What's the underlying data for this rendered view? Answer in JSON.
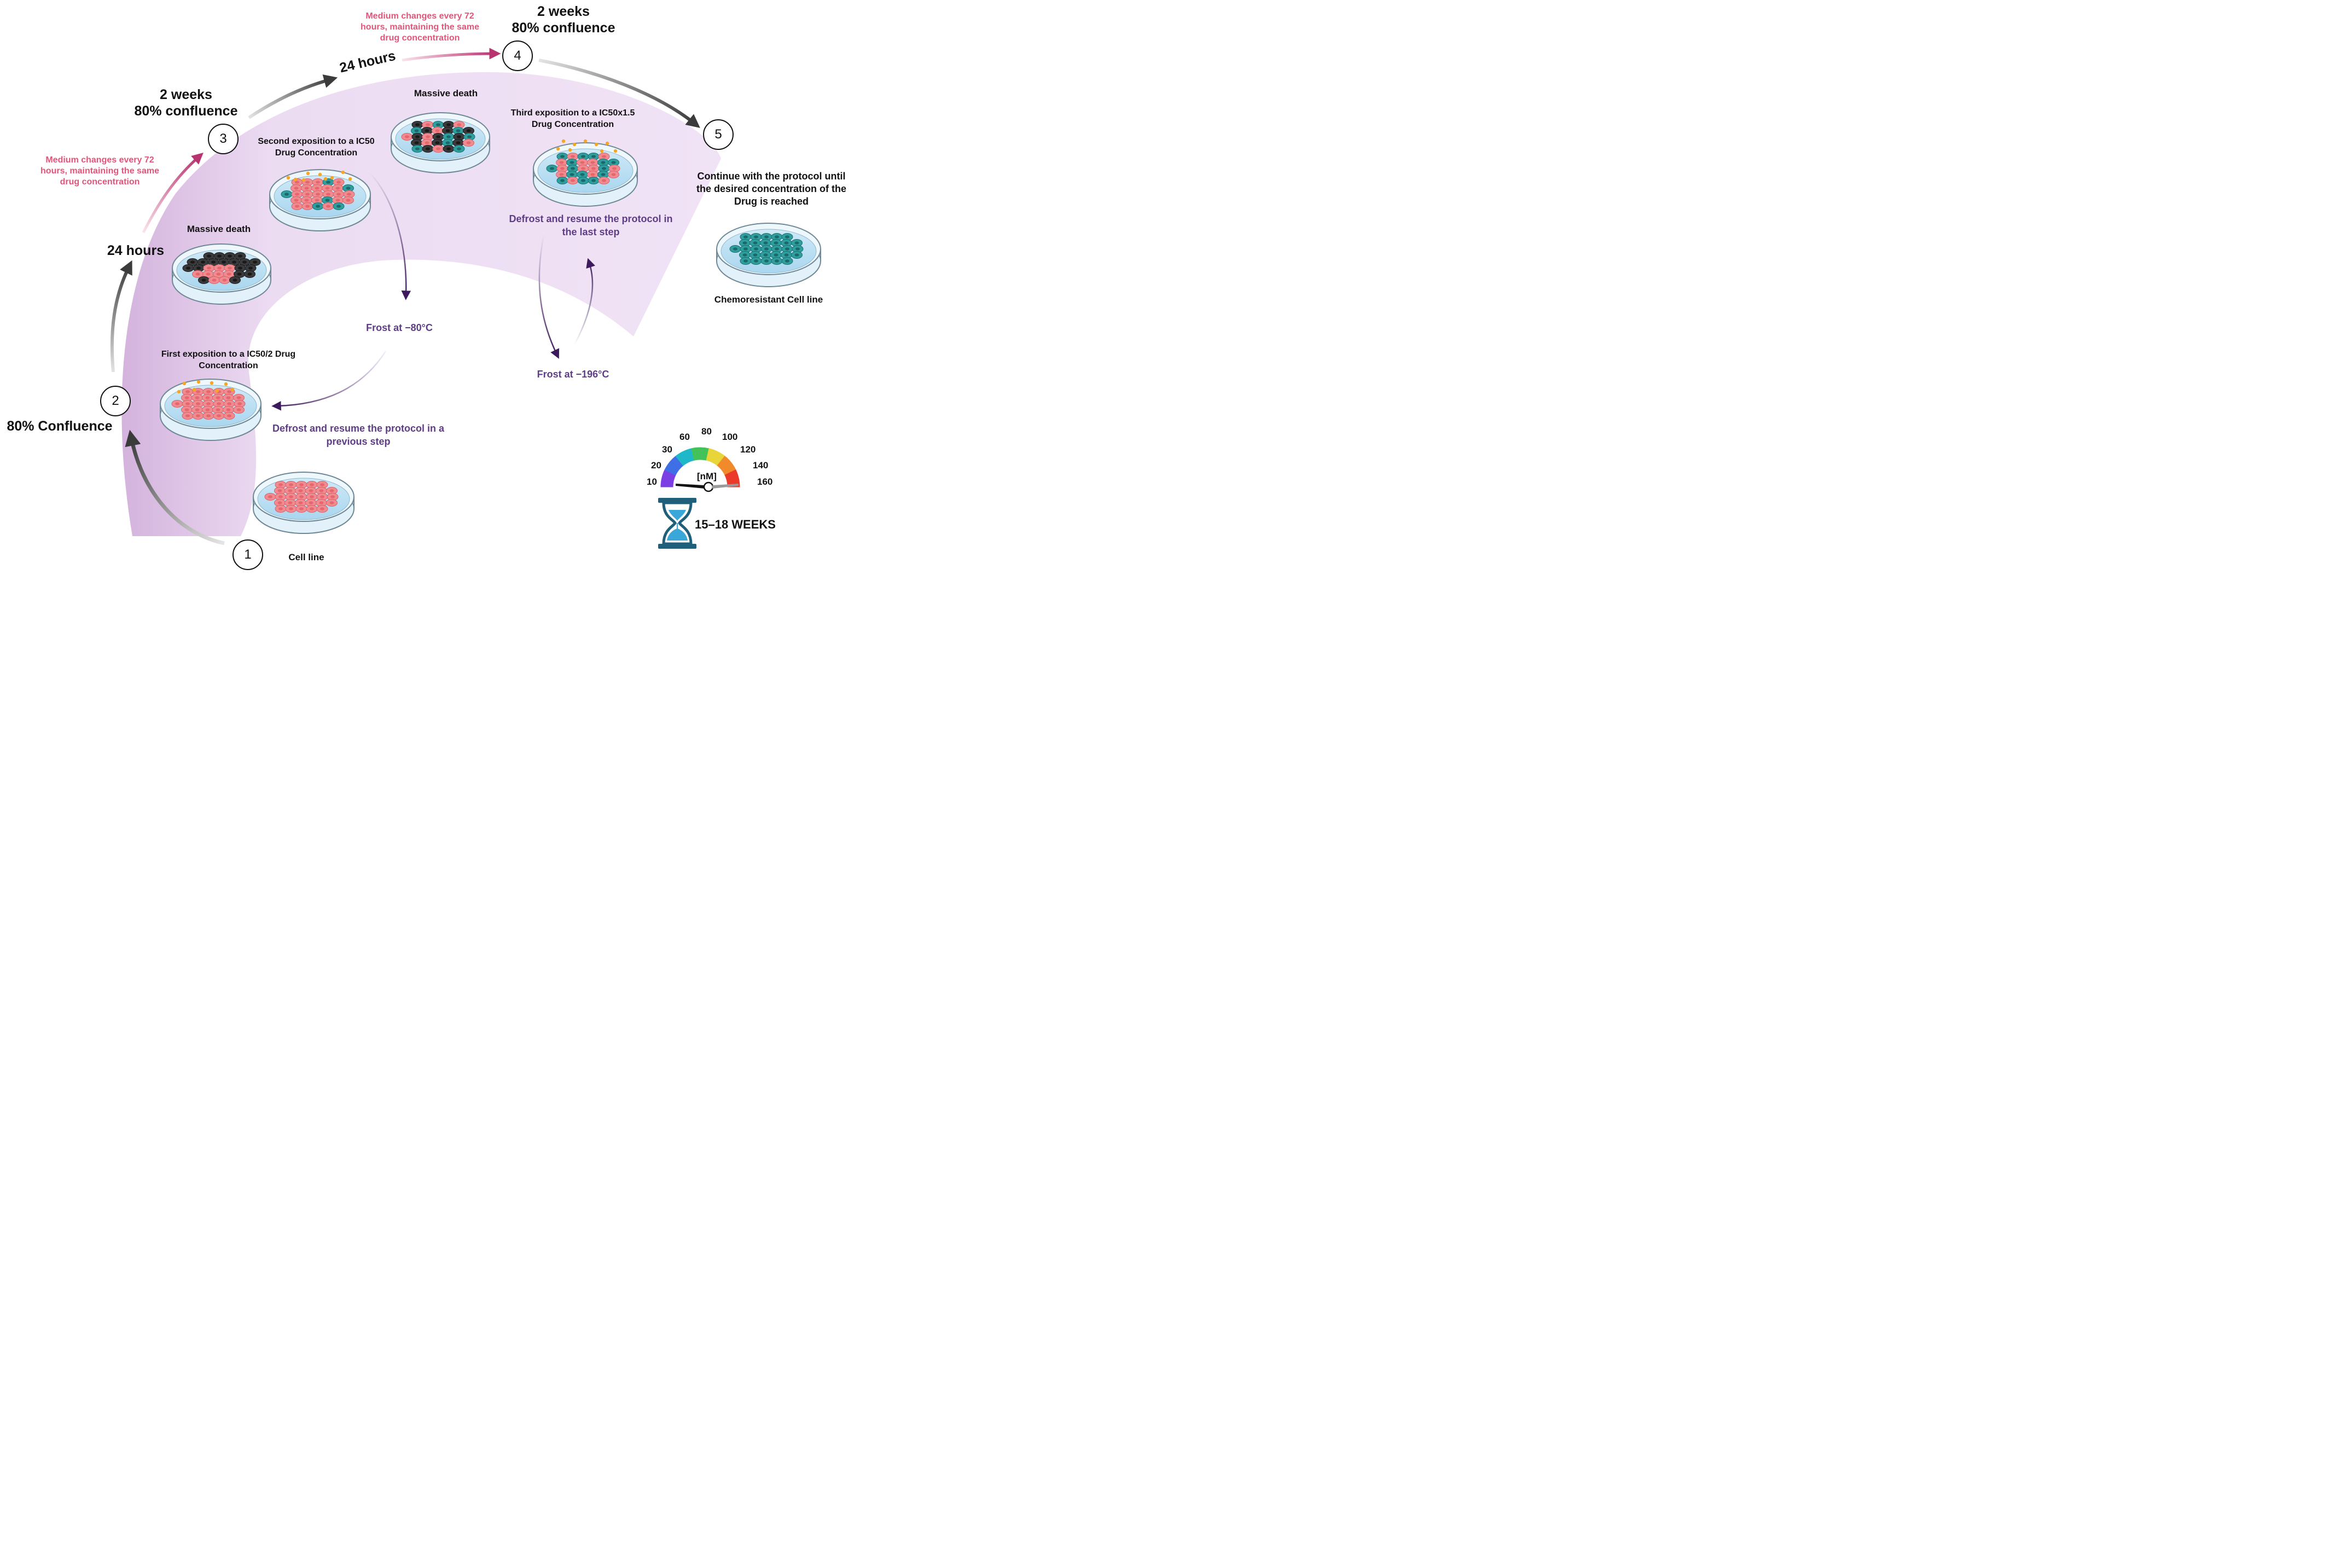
{
  "steps": [
    {
      "number": "1",
      "label": "Cell line"
    },
    {
      "number": "2",
      "label": "80% Confluence"
    },
    {
      "number": "3",
      "label_line1": "2 weeks",
      "label_line2": "80% confluence"
    },
    {
      "number": "4",
      "label_line1": "2 weeks",
      "label_line2": "80% confluence"
    },
    {
      "number": "5",
      "label_line1": "Continue with the protocol until",
      "label_line2": "the desired concentration of the",
      "label_line3": "Drug is reached"
    }
  ],
  "timing": {
    "h24_left": "24 hours",
    "h24_top": "24 hours"
  },
  "medium_left": {
    "line1": "Medium changes every 72",
    "line2": "hours, maintaining the same",
    "line3": "drug concentration"
  },
  "medium_top": {
    "line1": "Medium changes every 72",
    "line2": "hours, maintaining the same",
    "line3": "drug concentration"
  },
  "exposures": {
    "first": {
      "line1": "First exposition to a IC50/2 Drug",
      "line2": "Concentration"
    },
    "second": {
      "line1": "Second exposition to a IC50",
      "line2": "Drug Concentration"
    },
    "third": {
      "line1": "Third exposition to a IC50x1.5",
      "line2": "Drug Concentration"
    }
  },
  "death_labels": {
    "left": "Massive death",
    "top": "Massive death"
  },
  "frost": {
    "minus80": "Frost at −80°C",
    "minus196": "Frost at −196°C"
  },
  "defrost_prev": {
    "line1": "Defrost and resume the protocol in a",
    "line2": "previous step"
  },
  "defrost_last": {
    "line1": "Defrost and resume the protocol in",
    "line2": "the last step"
  },
  "final_label": "Chemoresistant Cell line",
  "gauge": {
    "unit": "[nM]",
    "ticks": [
      "10",
      "20",
      "30",
      "60",
      "80",
      "100",
      "120",
      "140",
      "160"
    ],
    "colors": [
      "#7b3fe4",
      "#3f6fe4",
      "#1fb8c8",
      "#44c25a",
      "#e7d53a",
      "#f08a2a",
      "#ec3a2a"
    ]
  },
  "duration": "15–18 WEEKS",
  "icons": {
    "timer": "hourglass-icon",
    "gauge": "concentration-gauge-icon"
  },
  "palette": {
    "arc": "#ecd9f1",
    "pink_text": "#e0557a",
    "purple_text": "#5e3d86",
    "healthy_cell": "#f08c8f",
    "resistant_cell": "#2f9e9e",
    "dead_cell": "#3a3a3c",
    "drug": "#f5a623",
    "medium": "#bfe1f3"
  }
}
